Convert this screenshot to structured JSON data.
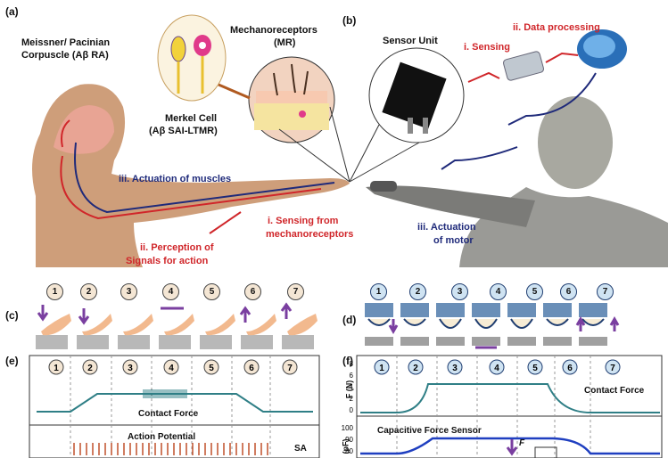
{
  "panels": {
    "a": "(a)",
    "b": "(b)",
    "c": "(c)",
    "d": "(d)",
    "e": "(e)",
    "f": "(f)"
  },
  "human": {
    "meissner": "Meissner/ Pacinian",
    "meissner2": "Corpuscle (Aβ RA)",
    "merkel": "Merkel Cell",
    "merkel2": "(Aβ SAI-LTMR)",
    "mr_title": "Mechanoreceptors",
    "mr_sub": "(MR)",
    "muscles": "iii. Actuation of muscles",
    "perception1": "ii. Perception of",
    "perception2": "Signals for action",
    "sensing1": "i. Sensing from",
    "sensing2": "mechanoreceptors"
  },
  "robot": {
    "sensor_unit": "Sensor Unit",
    "sensing": "i. Sensing",
    "processing": "ii. Data processing",
    "motor1": "iii. Actuation",
    "motor2": "of motor"
  },
  "steps": [
    "1",
    "2",
    "3",
    "4",
    "5",
    "6",
    "7"
  ],
  "chart_e": {
    "contact_label": "Contact Force",
    "action_label": "Action Potential",
    "sa_label": "SA"
  },
  "chart_f": {
    "ylabel_top": "F (N)",
    "yticks_top": [
      "8",
      "6",
      "4",
      "2",
      "0"
    ],
    "contact_label": "Contact Force",
    "sensor_label": "Capacitive Force Sensor",
    "ylabel_bottom": "(pF)",
    "yticks_bottom": [
      "100",
      "90",
      "80"
    ],
    "arrow_label": "F"
  },
  "colors": {
    "red": "#d0262a",
    "navy": "#1f2a7a",
    "teal": "#2f7f86",
    "purple": "#7a3fa0",
    "blue": "#1f3fc0",
    "skin": "#c9936b"
  }
}
